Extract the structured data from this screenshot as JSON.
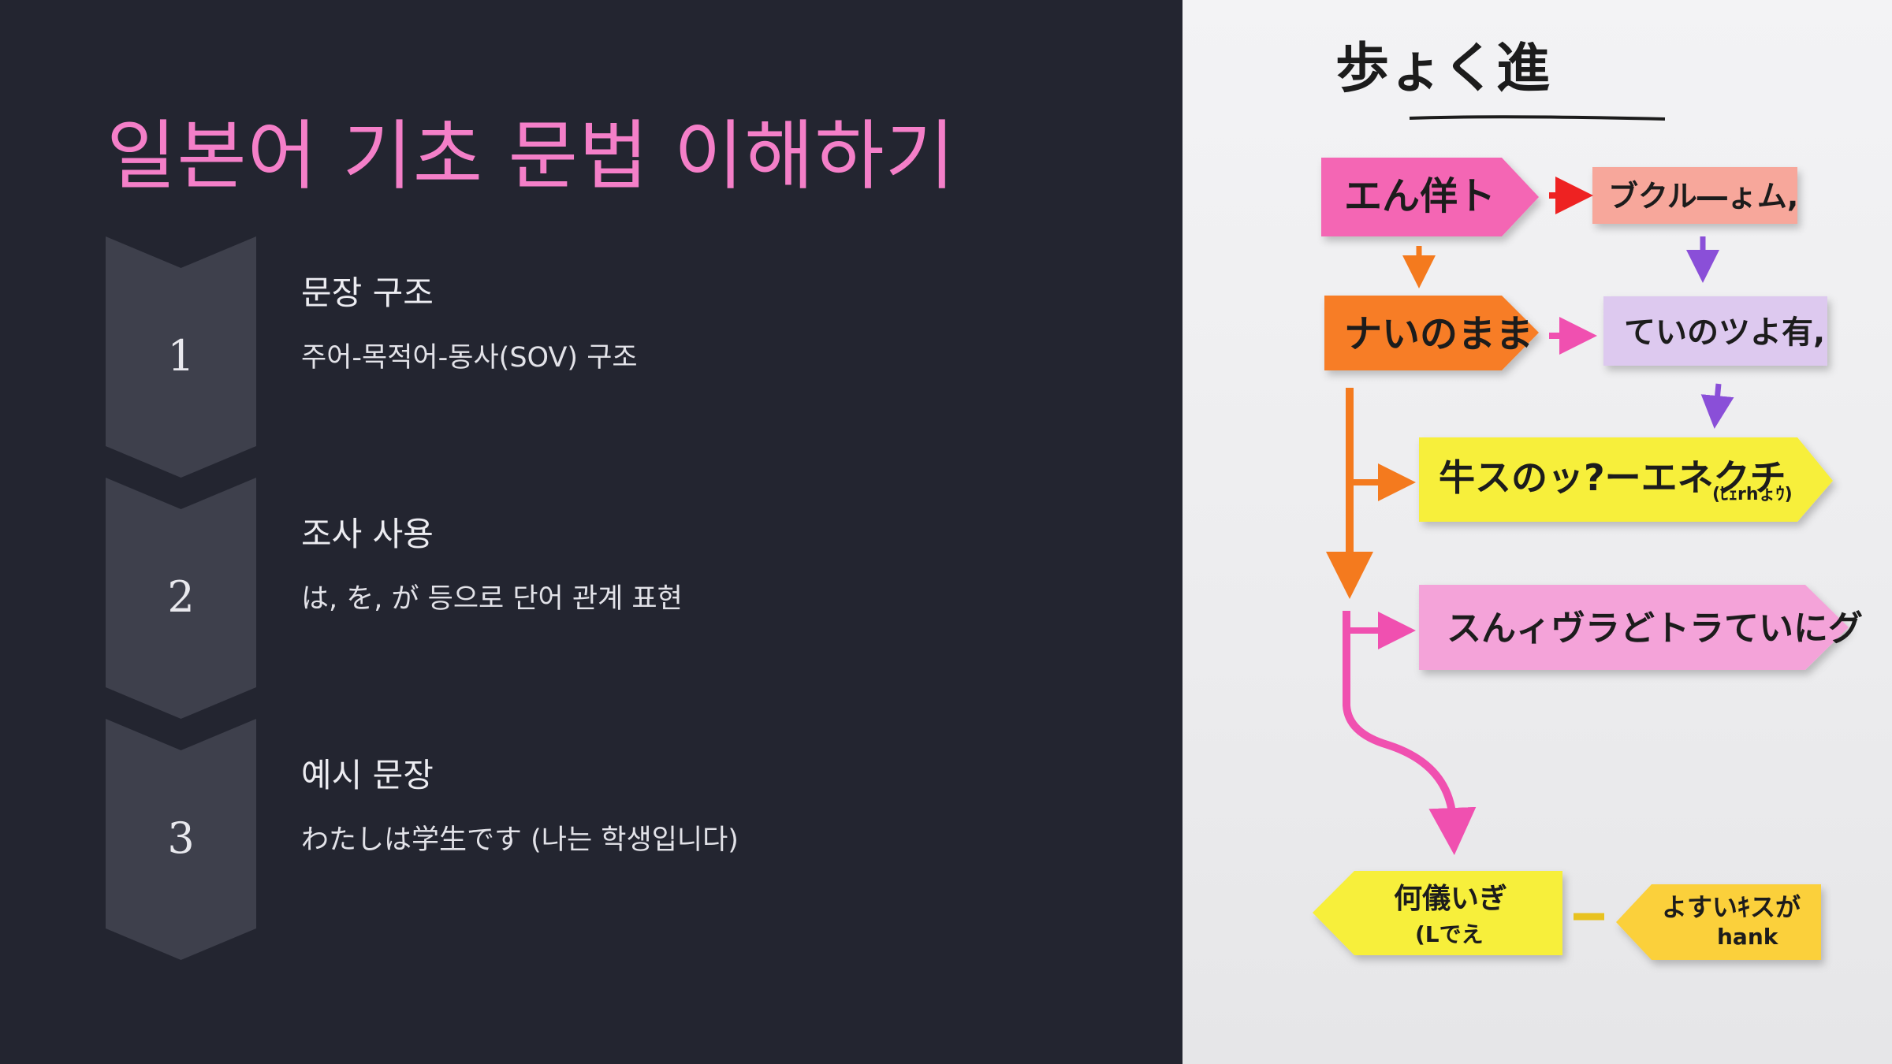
{
  "slide": {
    "title": "일본어 기초 문법 이해하기",
    "steps": [
      {
        "number": "1",
        "heading": "문장 구조",
        "description": "주어-목적어-동사(SOV) 구조"
      },
      {
        "number": "2",
        "heading": "조사 사용",
        "description": "は, を, が 등으로 단어 관계 표현"
      },
      {
        "number": "3",
        "heading": "예시 문장",
        "description": "わたしは学生です (나는 학생입니다)"
      }
    ]
  },
  "illustration": {
    "title": "歩ょく進",
    "notes": [
      {
        "text": "エん佯ト",
        "color": "#f466b4"
      },
      {
        "text": "ブクル―ょム,",
        "color": "#f7a79b"
      },
      {
        "text": "ナいのまま",
        "color": "#f77d26"
      },
      {
        "text": "ていのツよ有,",
        "color": "#ddc9ef"
      },
      {
        "text": "牛スのッ?ーエネクチ",
        "subtext": "(ﾋｪrhょｳ)",
        "color": "#f7ef3a"
      },
      {
        "text": "スんィヴラどトラていにグ",
        "color": "#f4a3d9"
      },
      {
        "text": "何儀いぎ",
        "subtext": "(Lでえ",
        "color": "#f7ef3a"
      },
      {
        "text": "よすいｷスが",
        "subtext": "hank",
        "color": "#fbd03a"
      }
    ],
    "arrow_colors": {
      "red": "#ee2222",
      "orange": "#f47a1e",
      "purple": "#8a4fd8",
      "pink": "#f050b0",
      "yellow": "#e8c220"
    }
  }
}
